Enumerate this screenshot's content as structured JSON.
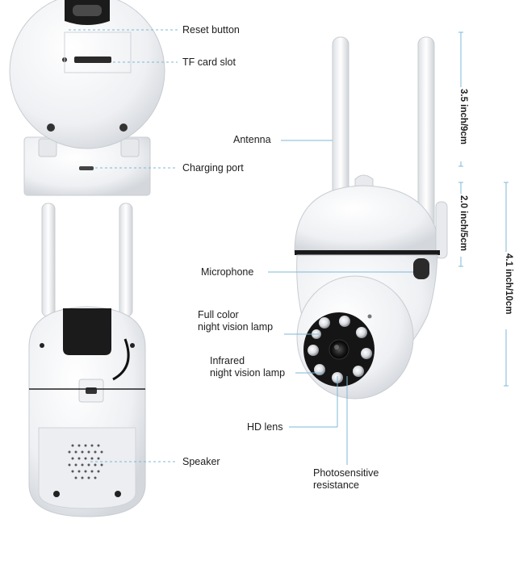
{
  "labels": {
    "reset_button": "Reset button",
    "tf_card_slot": "TF card slot",
    "charging_port": "Charging port",
    "antenna": "Antenna",
    "microphone": "Microphone",
    "full_color_lamp_line1": "Full color",
    "full_color_lamp_line2": "night vision lamp",
    "infrared_lamp_line1": "Infrared",
    "infrared_lamp_line2": "night vision lamp",
    "hd_lens": "HD lens",
    "speaker": "Speaker",
    "photosensitive_line1": "Photosensitive",
    "photosensitive_line2": "resistance"
  },
  "dimensions": {
    "antenna_height": "3.5 inch/9cm",
    "head_height": "2.0 inch/5cm",
    "total_height": "4.1 inch/10cm"
  },
  "colors": {
    "body": "#f3f4f6",
    "leader_line": "#7db8d8",
    "dark": "#1a1a1a"
  }
}
